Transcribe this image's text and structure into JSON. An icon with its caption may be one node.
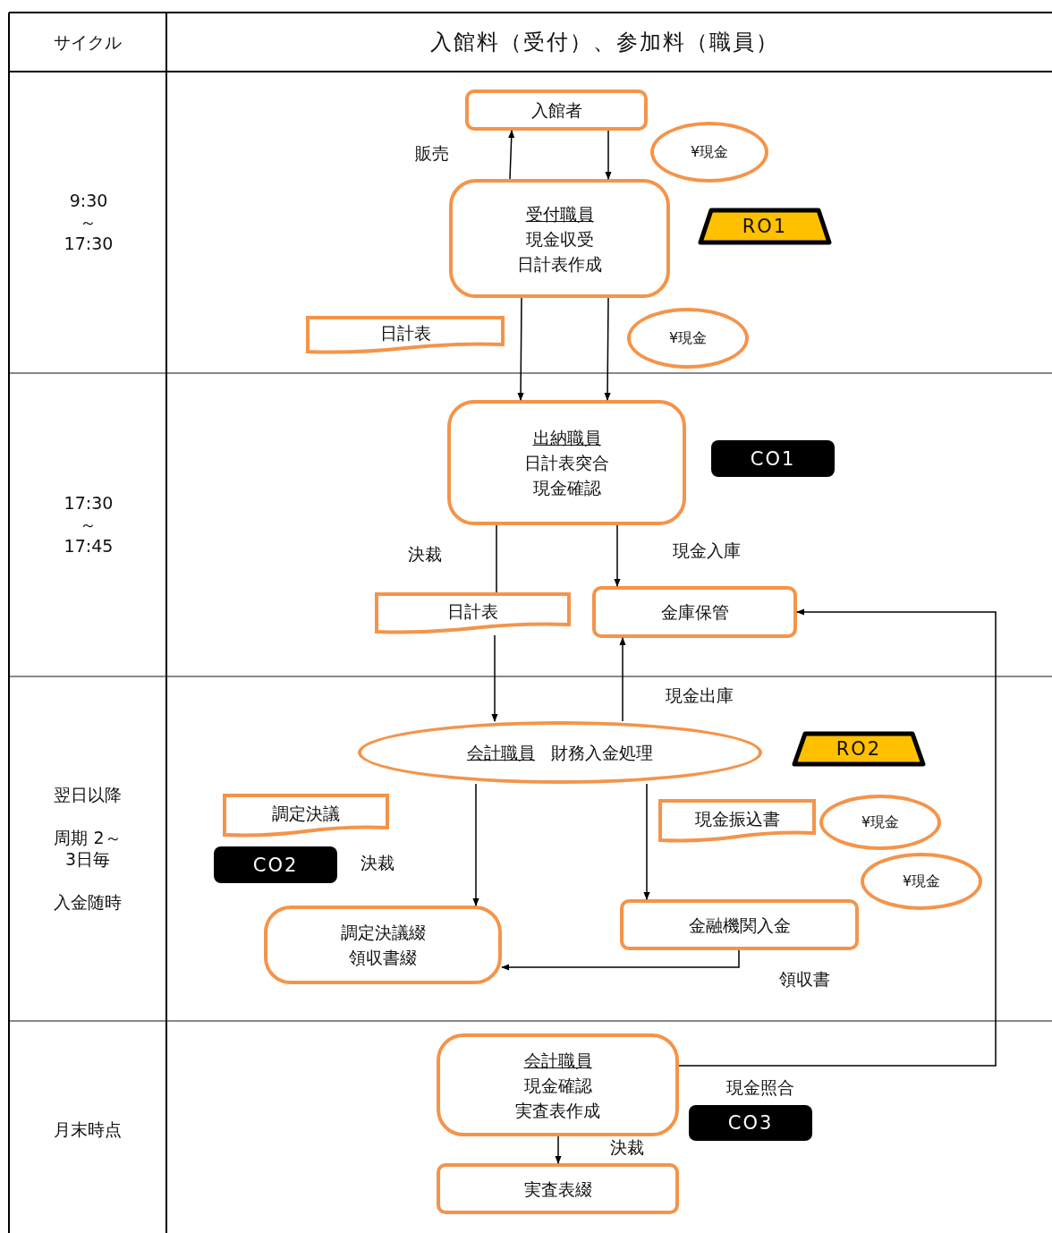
{
  "diagram": {
    "nodes": [
      {
        "text": [
          "入館者"
        ]
      },
      {
        "text": [
          "¥現金"
        ]
      },
      {
        "text": [
          "受付職員",
          "現金収受",
          "日計表作成"
        ]
      },
      {
        "text": [
          "RO1"
        ]
      },
      {
        "text": [
          "日計表"
        ]
      },
      {
        "text": [
          "¥現金"
        ]
      },
      {
        "text": [
          "出納職員",
          "日計表突合",
          "現金確認"
        ]
      },
      {
        "text": [
          "CO1"
        ]
      },
      {
        "text": [
          "日計表"
        ]
      },
      {
        "text": [
          "金庫保管"
        ]
      },
      {
        "text": [
          "会計職員",
          "財務入金処理"
        ]
      },
      {
        "text": [
          "RO2"
        ]
      },
      {
        "text": [
          "調定決議"
        ]
      },
      {
        "text": [
          "CO2"
        ],
        "beside": [
          "決裁"
        ]
      },
      {
        "text": [
          "現金振込書"
        ]
      },
      {
        "text": [
          "¥現金"
        ]
      },
      {
        "text": [
          "¥現金"
        ]
      },
      {
        "text": [
          "調定決議綴",
          "領収書綴"
        ]
      },
      {
        "text": [
          "金融機関入金"
        ]
      },
      {
        "text": [
          "会計職員",
          "現金確認",
          "実査表作成"
        ]
      },
      {
        "text": [
          "CO3"
        ]
      },
      {
        "text": [
          "実査表綴"
        ]
      }
    ],
    "edges": [
      {
        "from": 2,
        "to": 0,
        "arrow": "to",
        "label": "販売"
      },
      {
        "from": 0,
        "to": 2,
        "arrow": "to"
      },
      {
        "from": 2,
        "to": 6,
        "arrow": "to"
      },
      {
        "from": 2,
        "to": 6,
        "arrow": "to"
      },
      {
        "from": 6,
        "to": 8,
        "arrow": "none",
        "label": "決裁"
      },
      {
        "from": 8,
        "to": 10,
        "arrow": "to"
      },
      {
        "from": 6,
        "to": 9,
        "arrow": "to",
        "label": "現金入庫"
      },
      {
        "from": 10,
        "to": 9,
        "arrow": "to",
        "label": "現金出庫"
      },
      {
        "from": 10,
        "to": 17,
        "arrow": "to"
      },
      {
        "from": 10,
        "to": 18,
        "arrow": "to"
      },
      {
        "from": 18,
        "to": 17,
        "arrow": "to",
        "label": "領収書"
      },
      {
        "from": 19,
        "to": 9,
        "arrow": "to",
        "label": "現金照合"
      },
      {
        "from": 19,
        "to": 21,
        "arrow": "to",
        "label": "決裁"
      }
    ],
    "labels": [
      "サイクル",
      "入館料（受付）、参加料（職員）",
      "9:30 ～ 17:30",
      "17:30 ～ 17:45",
      "翌日以降",
      "周期 2～3日毎",
      "入金随時",
      "月末時点"
    ]
  }
}
